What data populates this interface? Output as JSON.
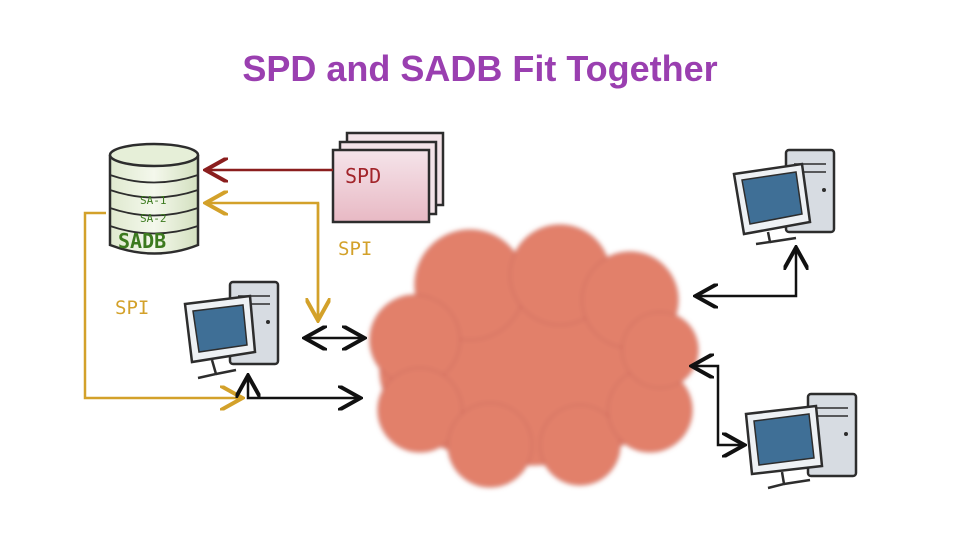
{
  "slide": {
    "title": "SPD and SADB Fit Together"
  },
  "sadb": {
    "label": "SADB",
    "entries": [
      "SA-1",
      "SA-2"
    ]
  },
  "spd": {
    "label": "SPD"
  },
  "spi_labels": {
    "left": "SPI",
    "top": "SPI"
  },
  "colors": {
    "title": "#9a3fb0",
    "cloud": "#e2806b",
    "spd_arrow": "#8b1e1e",
    "spi_arrow": "#d3a12a",
    "network_arrow": "#111111",
    "monitor_screen": "#3f6f96",
    "computer_body": "#d7dce2",
    "sadb_text": "#3c7a1f"
  },
  "icons": {
    "database": "database-cylinder-icon",
    "document_stack": "spd-document-stack-icon",
    "computer": "desktop-computer-icon",
    "cloud": "network-cloud-icon"
  }
}
